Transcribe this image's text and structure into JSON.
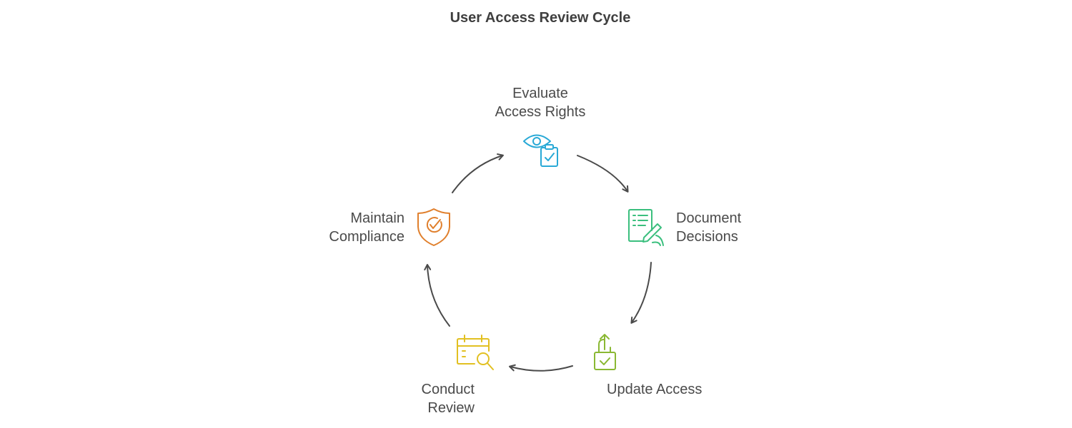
{
  "title": "User Access Review Cycle",
  "colors": {
    "evaluate": "#29a9d6",
    "document": "#3bbf7e",
    "update": "#8ab833",
    "conduct": "#e2c021",
    "maintain": "#e07f2c",
    "arrow": "#4a4a4a",
    "text": "#4a4a4a"
  },
  "steps": [
    {
      "id": "evaluate",
      "lines": [
        "Evaluate",
        "Access Rights"
      ],
      "icon": "eye-clipboard-icon"
    },
    {
      "id": "document",
      "lines": [
        "Document",
        "Decisions"
      ],
      "icon": "document-pen-icon"
    },
    {
      "id": "update",
      "lines": [
        "Update Access"
      ],
      "icon": "unlocked-padlock-icon"
    },
    {
      "id": "conduct",
      "lines": [
        "Conduct",
        "Review"
      ],
      "icon": "calendar-search-icon"
    },
    {
      "id": "maintain",
      "lines": [
        "Maintain",
        "Compliance"
      ],
      "icon": "shield-check-icon"
    }
  ]
}
